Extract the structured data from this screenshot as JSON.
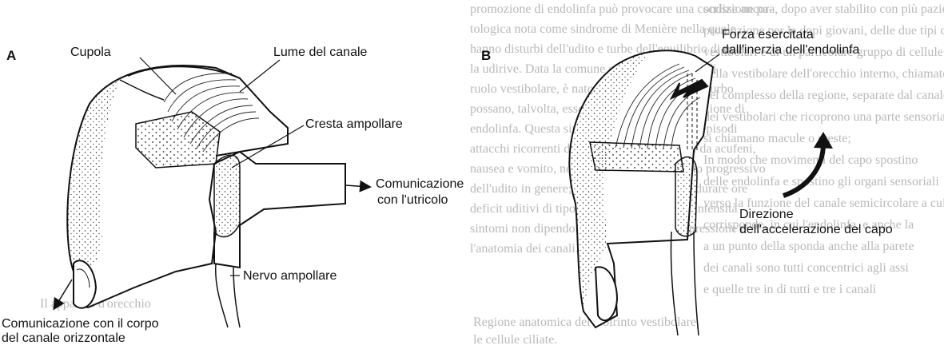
{
  "panels": {
    "a": {
      "letter": "A",
      "labels": {
        "cupola": "Cupola",
        "lume": "Lume del canale",
        "cresta": "Cresta ampollare",
        "utricolo_line1": "Comunicazione",
        "utricolo_line2": "con l'utricolo",
        "nervo": "Nervo ampollare",
        "corpo_line1": "Comunicazione con il corpo",
        "corpo_line2": "del canale orizzontale"
      }
    },
    "b": {
      "letter": "B",
      "labels": {
        "forza_line1": "Forza esercitata",
        "forza_line2": "dall'inerzia dell'endolinfa",
        "direzione_line1": "Direzione",
        "direzione_line2": "dell'accelerazione del capo"
      }
    }
  },
  "background_text": {
    "left_page": [
      "promozione di endolinfa può provocare una condizione pa-",
      "tologica nota come sindrome di Menière nella quale",
      "hanno disturbi dell'udito e turbe dell'equilibrio di quel",
      "la udirive. Data la comune origine e il liquido di",
      "ruolo vestibolare, è nato che le disturbi e il disturbo",
      "possano, talvolta, esserne la causa di un'alterazione di",
      "endolinfa. Questa sindrome si manifesta con episodi",
      "attacchi ricorrenti di vertigine accompagnati da acufeni,",
      "nausea e vomito, nonché da un abbassamento progressivo",
      "dell'udito in genere; questi sintomi possono durare ore",
      "deficit uditivi di tipo percettivo variabile in intensità",
      "sintomi non dipendono da variazioni della pressione e",
      "l'anatomia dei canali."
    ],
    "right_page": [
      "scrisse ancora, dopo aver stabilito con più pazienti",
      "promozione per le dopi giovani, delle due tipi di canali",
      "vestibolari e di un particolare gruppo di cellule",
      "della vestibolare dell'orecchio interno, chiamate",
      "nel complesso della regione, separate dal canale,",
      "dei vestibolari che ricoprono una parte sensoriale",
      "si chiamano macule o creste;",
      "In modo che movimenti del capo spostino",
      "delle endolinfa e spostino gli organi sensoriali",
      "verso la funzione del canale semicircolare a cui",
      "corrisponde, in cui l'endolinfa, e anche la",
      "a un punto della sponda anche alla parete",
      "dei canali sono tutti concentrici agli assi",
      "e quelle tre in di tutti e tre i canali"
    ],
    "bottom_left": [
      "Regione anatomica del labirinto vestibolare,",
      "le cellule ciliate."
    ],
    "bottom_left_heading": "Il apparato d'orecchio"
  }
}
